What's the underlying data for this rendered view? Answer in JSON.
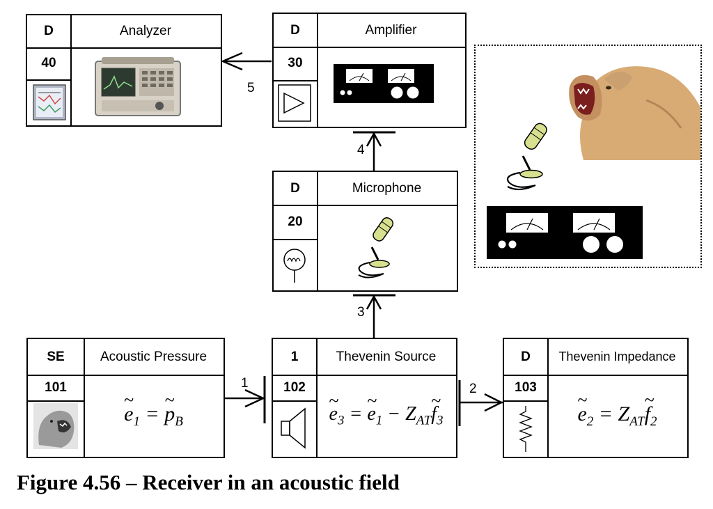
{
  "blocks": {
    "analyzer": {
      "type": "D",
      "number": "40",
      "name": "Analyzer"
    },
    "amplifier": {
      "type": "D",
      "number": "30",
      "name": "Amplifier"
    },
    "microphone": {
      "type": "D",
      "number": "20",
      "name": "Microphone"
    },
    "acoustic_pressure": {
      "type": "SE",
      "number": "101",
      "name": "Acoustic Pressure"
    },
    "thevenin_source": {
      "type": "1",
      "number": "102",
      "name": "Thevenin Source"
    },
    "thevenin_impedance": {
      "type": "D",
      "number": "103",
      "name": "Thevenin Impedance"
    }
  },
  "bonds": [
    "1",
    "2",
    "3",
    "4",
    "5"
  ],
  "caption": "Figure 4.56 – Receiver in an acoustic field"
}
